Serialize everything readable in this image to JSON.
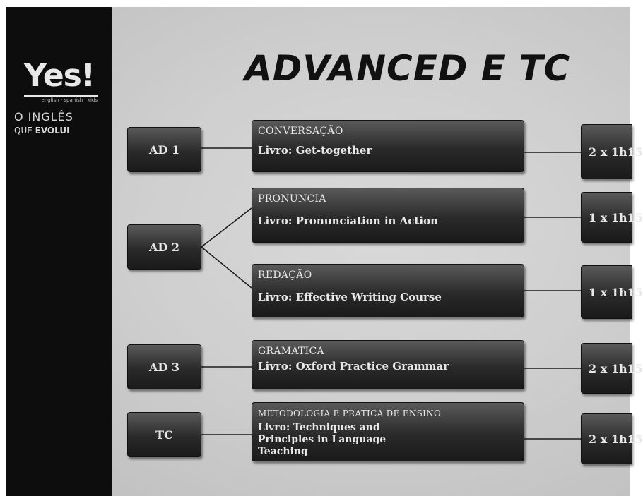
{
  "logo": {
    "brand": "Yes!",
    "tagline": "english · spanish · kids",
    "line1": "O INGLÊS",
    "line2_prefix": "QUE ",
    "line2": "EVOLUI"
  },
  "title": "ADVANCED E TC",
  "levels": [
    {
      "label": "AD 1"
    },
    {
      "label": "AD 2"
    },
    {
      "label": "AD 3"
    },
    {
      "label": "TC"
    }
  ],
  "courses": [
    {
      "name": "CONVERSAÇÃO",
      "book": "Livro: Get-together",
      "duration": "2 x 1h15"
    },
    {
      "name": "PRONUNCIA",
      "book": "Livro: Pronunciation in Action",
      "duration": "1 x 1h15"
    },
    {
      "name": "REDAÇÃO",
      "book": "Livro: Effective Writing Course",
      "duration": "1 x 1h15"
    },
    {
      "name": "GRAMATICA",
      "book": "Livro: Oxford Practice Grammar",
      "duration": "2 x 1h15"
    },
    {
      "name": "METODOLOGIA E PRATICA DE ENSINO",
      "book": "Livro: Techniques and Principles in Language Teaching",
      "duration": "2 x 1h15"
    }
  ],
  "colors": {
    "sidebar": "#0d0d0d",
    "box": "#2a2a2a",
    "box_text": "#e8e8e8",
    "title": "#111111"
  }
}
